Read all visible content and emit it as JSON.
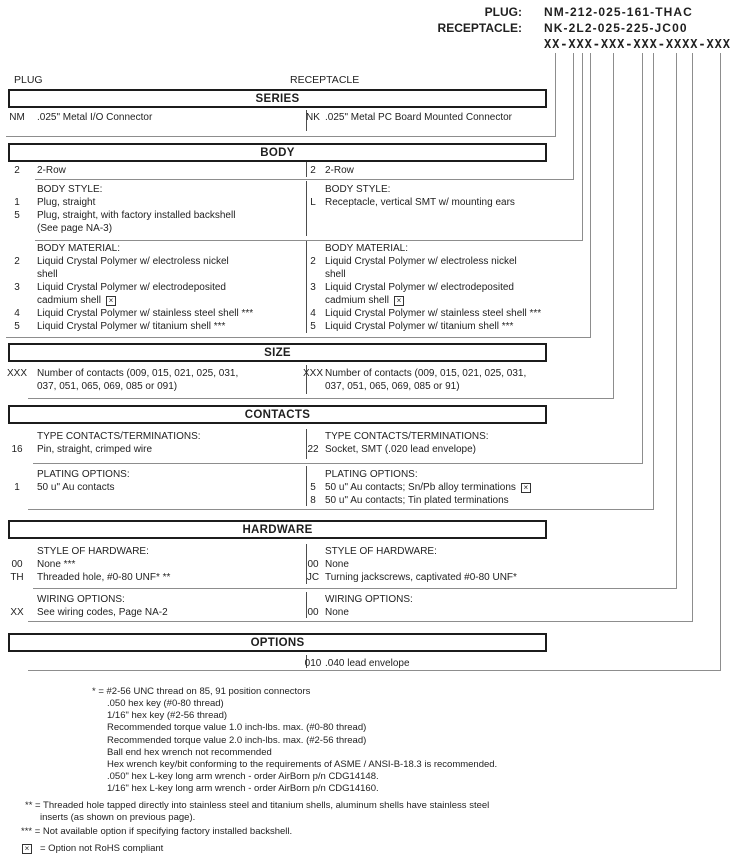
{
  "icons": {
    "not_rohs_glyph": "×"
  },
  "part_numbers": {
    "plug_label": "PLUG:",
    "plug_value": "NM-212-025-161-THAC",
    "receptacle_label": "RECEPTACLE:",
    "receptacle_value": "NK-2L2-025-225-JC00",
    "mask": "XX-XXX-XXX-XXX-XXXX-XXX"
  },
  "column_headers": {
    "left": "PLUG",
    "right": "RECEPTACLE"
  },
  "series": {
    "title": "SERIES",
    "left_code": "NM",
    "left_desc": ".025\" Metal I/O Connector",
    "right_code": "NK",
    "right_desc": ".025\" Metal PC Board Mounted Connector"
  },
  "body": {
    "title": "BODY",
    "rows": {
      "left_code": "2",
      "left_desc": "2-Row",
      "right_code": "2",
      "right_desc": "2-Row"
    },
    "style": {
      "left_header": "BODY STYLE:",
      "right_header": "BODY STYLE:",
      "l1_code": "1",
      "l1_desc": "Plug, straight",
      "l2_code": "5",
      "l2_desc": "Plug, straight, with factory installed backshell",
      "l2_desc2": "(See page NA-3)",
      "r1_code": "L",
      "r1_desc": "Receptacle, vertical SMT w/ mounting ears"
    },
    "material": {
      "left_header": "BODY MATERIAL:",
      "right_header": "BODY MATERIAL:",
      "l1_code": "2",
      "l1_line1": "Liquid Crystal Polymer w/ electroless nickel",
      "l1_line2": "shell",
      "l2_code": "3",
      "l2_line1": "Liquid Crystal Polymer w/ electrodeposited",
      "l2_line2": "cadmium shell",
      "l3_code": "4",
      "l3_desc": "Liquid Crystal Polymer w/ stainless steel shell ***",
      "l4_code": "5",
      "l4_desc": "Liquid Crystal Polymer w/ titanium shell ***",
      "r1_code": "2",
      "r1_line1": "Liquid Crystal Polymer w/ electroless nickel",
      "r1_line2": "shell",
      "r2_code": "3",
      "r2_line1": "Liquid Crystal Polymer w/ electrodeposited",
      "r2_line2": "cadmium shell",
      "r3_code": "4",
      "r3_desc": "Liquid Crystal Polymer w/ stainless steel shell ***",
      "r4_code": "5",
      "r4_desc": "Liquid Crystal Polymer w/ titanium shell ***"
    }
  },
  "size": {
    "title": "SIZE",
    "left_code": "XXX",
    "left_line1": "Number of contacts (009, 015, 021, 025, 031,",
    "left_line2": "037, 051, 065, 069, 085 or 091)",
    "right_code": "XXX",
    "right_line1": "Number of contacts (009, 015, 021, 025, 031,",
    "right_line2": "037, 051, 065, 069, 085 or 91)"
  },
  "contacts": {
    "title": "CONTACTS",
    "type": {
      "left_header": "TYPE CONTACTS/TERMINATIONS:",
      "right_header": "TYPE CONTACTS/TERMINATIONS:",
      "left_code": "16",
      "left_desc": "Pin, straight, crimped wire",
      "right_code": "22",
      "right_desc": "Socket, SMT (.020 lead envelope)"
    },
    "plating": {
      "left_header": "PLATING OPTIONS:",
      "right_header": "PLATING OPTIONS:",
      "left_code": "1",
      "left_desc": "50 u\" Au contacts",
      "r1_code": "5",
      "r1_desc": "50 u\" Au contacts; Sn/Pb alloy terminations",
      "r2_code": "8",
      "r2_desc": "50 u\" Au contacts; Tin plated terminations"
    }
  },
  "hardware": {
    "title": "HARDWARE",
    "style": {
      "left_header": "STYLE OF HARDWARE:",
      "right_header": "STYLE OF HARDWARE:",
      "l1_code": "00",
      "l1_desc": "None ***",
      "l2_code": "TH",
      "l2_desc": "Threaded hole, #0-80 UNF*  **",
      "r1_code": "00",
      "r1_desc": "None",
      "r2_code": "JC",
      "r2_desc": "Turning jackscrews, captivated #0-80 UNF*"
    },
    "wiring": {
      "left_header": "WIRING OPTIONS:",
      "right_header": "WIRING OPTIONS:",
      "left_code": "XX",
      "left_desc": "See wiring codes, Page NA-2",
      "right_code": "00",
      "right_desc": "None"
    }
  },
  "options": {
    "title": "OPTIONS",
    "right_code": "010",
    "right_desc": ".040 lead envelope"
  },
  "footnotes": {
    "star": "* = #2-56 UNC thread on 85, 91 position connectors",
    "star_lines": [
      ".050 hex key (#0-80 thread)",
      "1/16\" hex key (#2-56 thread)",
      "Recommended torque value 1.0 inch-lbs. max. (#0-80 thread)",
      "Recommended torque value 2.0 inch-lbs. max. (#2-56 thread)",
      "Ball end hex wrench not recommended",
      "Hex wrench key/bit conforming to the requirements of ASME / ANSI-B-18.3 is recommended.",
      ".050\" hex L-key long arm wrench - order AirBorn p/n CDG14148.",
      "1/16\" hex L-key long arm wrench - order AirBorn p/n CDG14160."
    ],
    "dstar": "** = Threaded hole tapped directly into stainless steel and titanium shells, aluminum shells have stainless steel",
    "dstar2": "inserts (as shown on previous page).",
    "tstar": "*** = Not available option if specifying factory installed backshell.",
    "rohs": "= Option not RoHS compliant"
  }
}
